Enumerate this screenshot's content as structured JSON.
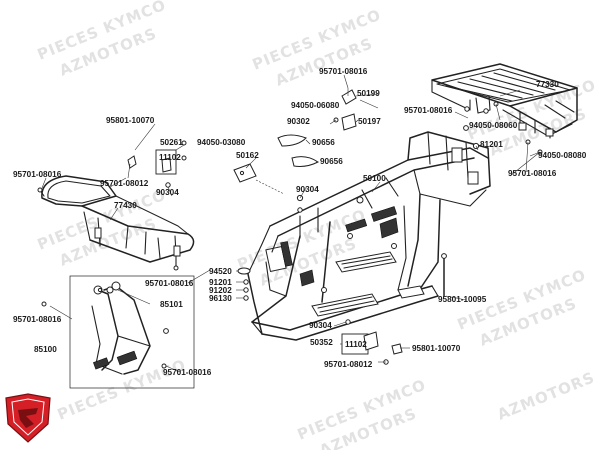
{
  "watermark": {
    "pieces_kymco": "PIECES KYMCO",
    "azmotors": "AZMOTORS"
  },
  "labels": {
    "p95701_08016_top": "95701-08016",
    "p50199": "50199",
    "p77330": "77330",
    "p94050_06080": "94050-06080",
    "p95701_08016_rr": "95701-08016",
    "p95801_10070_top": "95801-10070",
    "p50261": "50261",
    "p11102_top": "11102",
    "p94050_03080": "94050-03080",
    "p90302": "90302",
    "p50197": "50197",
    "p94050_08060": "94050-08060",
    "p90656_a": "90656",
    "p90656_b": "90656",
    "p81201": "81201",
    "p94050_08080": "94050-08080",
    "p50162": "50162",
    "p95701_08016_left": "95701-08016",
    "p95701_08012_left": "95701-08012",
    "p90304_top": "90304",
    "p50100": "50100",
    "p95701_08016_right": "95701-08016",
    "p90304_mid": "90304",
    "p77430": "77430",
    "p94520": "94520",
    "p91201": "91201",
    "p91202": "91202",
    "p96130": "96130",
    "p95701_08016_front": "95701-08016",
    "p95801_10095": "95801-10095",
    "p85101": "85101",
    "p95701_08016_guard": "95701-08016",
    "p85100": "85100",
    "p90304_bot": "90304",
    "p50352": "50352",
    "p11102_bot": "11102",
    "p95801_10070_bot": "95801-10070",
    "p95701_08012_bot": "95701-08012",
    "p95701_08016_bot": "95701-08016"
  },
  "colors": {
    "logo_red": "#d41f26",
    "logo_dark": "#7a0f12",
    "watermark": "#e2e2e2",
    "ink": "#222222"
  },
  "icons": {
    "logo": "shield-logo-icon"
  }
}
